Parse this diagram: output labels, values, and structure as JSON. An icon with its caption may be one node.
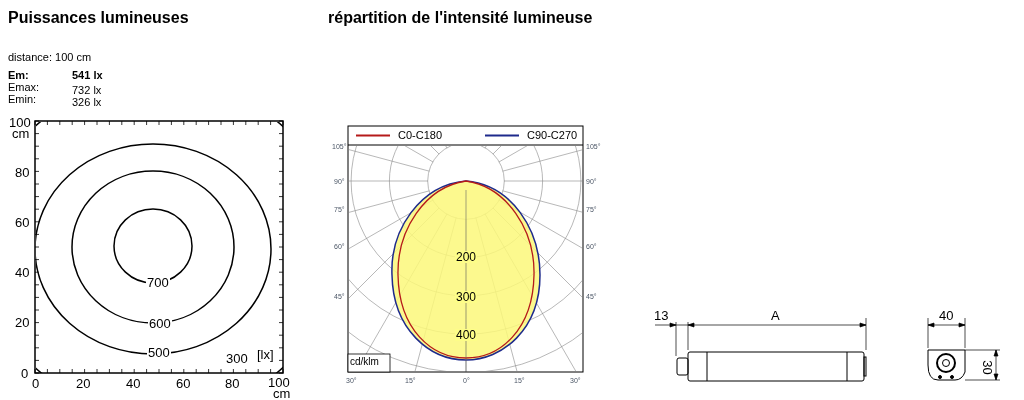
{
  "diagram": {
    "labels": [
      "Puissances lumineuses",
      "répartition de l'intensité lumineuse",
      "distance: 100 cm",
      "Em:",
      "541 lx",
      "Emax:",
      "732 lx",
      "Emin:",
      "326 lx",
      "100",
      "cm",
      "80",
      "60",
      "40",
      "20",
      "0",
      "700",
      "600",
      "500",
      "300",
      "[lx]",
      "0",
      "20",
      "40",
      "60",
      "80",
      "100",
      "cm",
      "105°",
      "105°",
      "90°",
      "90°",
      "75°",
      "75°",
      "60°",
      "60°",
      "45°",
      "45°",
      "200",
      "300",
      "400",
      "cd/klm",
      "30°",
      "15°",
      "0°",
      "15°",
      "30°",
      "13",
      "A",
      "40",
      "30"
    ],
    "legend": [
      {
        "text": "C0-C180"
      },
      {
        "text": "C90-C270"
      }
    ]
  }
}
